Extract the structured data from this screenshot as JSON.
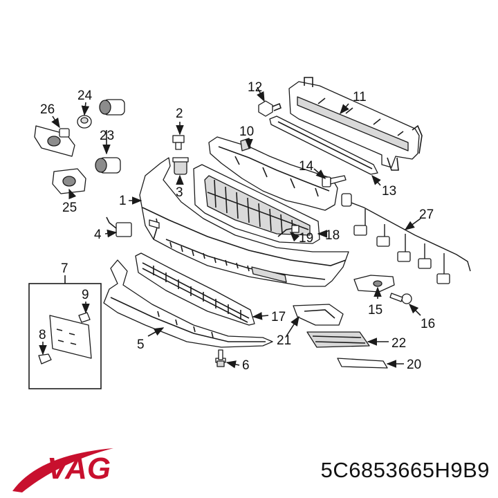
{
  "callouts": [
    "1",
    "2",
    "3",
    "4",
    "5",
    "6",
    "7",
    "8",
    "9",
    "10",
    "11",
    "12",
    "13",
    "14",
    "15",
    "16",
    "17",
    "18",
    "19",
    "20",
    "21",
    "22",
    "23",
    "24",
    "25",
    "26",
    "27"
  ],
  "brand": {
    "name": "VAG",
    "color": "#c8102e"
  },
  "part_number": "5C6853665H9B9"
}
